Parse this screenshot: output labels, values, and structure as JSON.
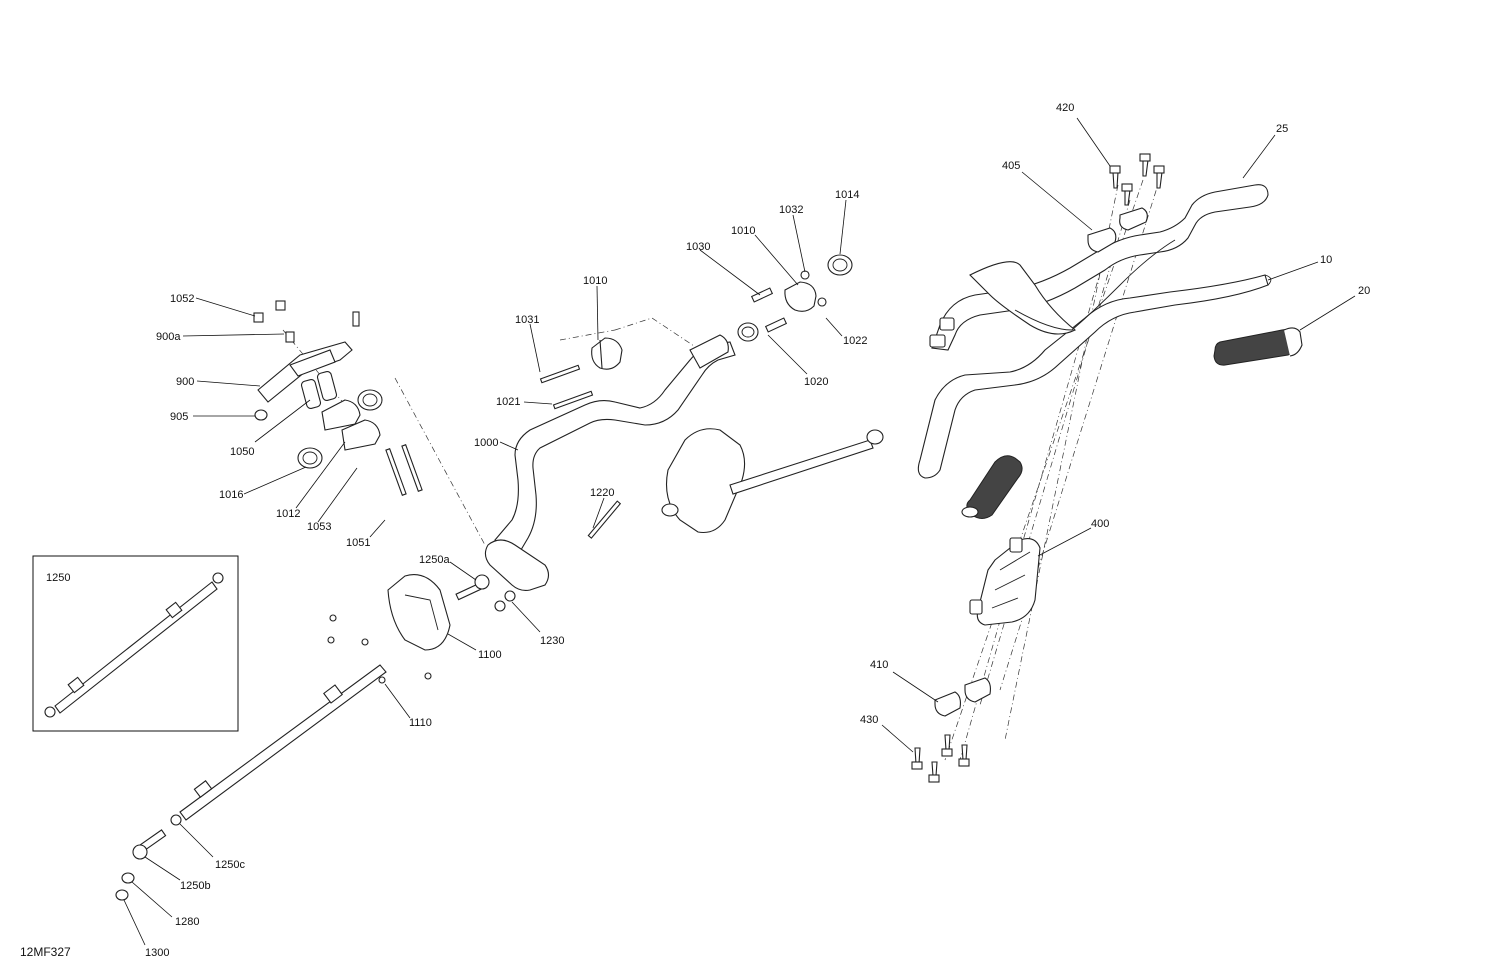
{
  "diagram": {
    "reference_code": "12MF327",
    "inset_label": "1250",
    "callouts": {
      "c420": "420",
      "c25": "25",
      "c405": "405",
      "c10": "10",
      "c20": "20",
      "c1014": "1014",
      "c1032": "1032",
      "c1010a": "1010",
      "c1030": "1030",
      "c1010b": "1010",
      "c1031": "1031",
      "c1022": "1022",
      "c1020": "1020",
      "c1021": "1021",
      "c1000": "1000",
      "c1052": "1052",
      "c900a": "900a",
      "c900": "900",
      "c905": "905",
      "c1050": "1050",
      "c1016": "1016",
      "c1012": "1012",
      "c1053": "1053",
      "c1051": "1051",
      "c1220": "1220",
      "c1250a": "1250a",
      "c1230": "1230",
      "c1100": "1100",
      "c1110": "1110",
      "c400": "400",
      "c410": "410",
      "c430": "430",
      "c1250c": "1250c",
      "c1250b": "1250b",
      "c1280": "1280",
      "c1300": "1300"
    }
  }
}
